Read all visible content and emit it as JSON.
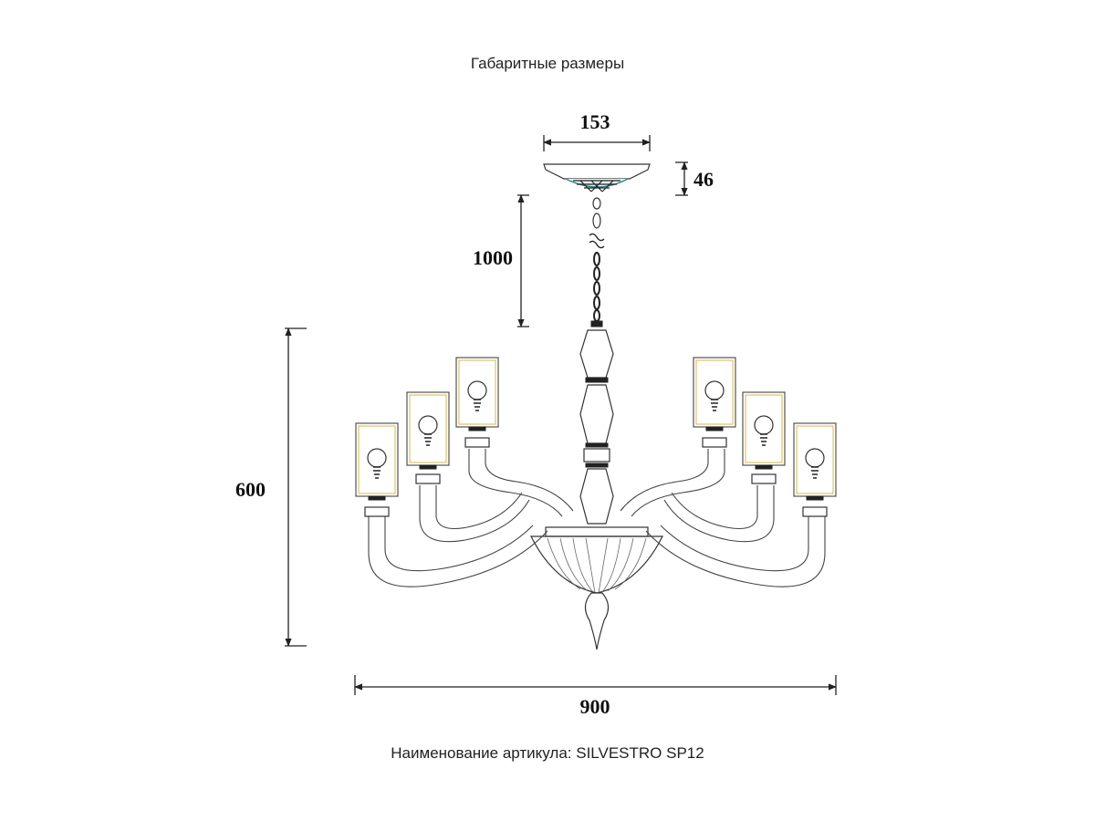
{
  "header": {
    "title": "Габаритные размеры"
  },
  "dimensions": {
    "canopy_width": "153",
    "canopy_height": "46",
    "chain_length": "1000",
    "height": "600",
    "width": "900"
  },
  "footer": {
    "article_label": "Наименование артикула: SILVESTRO SP12"
  },
  "colors": {
    "line": "#333333",
    "shade_accent": "#d9b84a",
    "canopy_accent": "#2a8c8a"
  }
}
